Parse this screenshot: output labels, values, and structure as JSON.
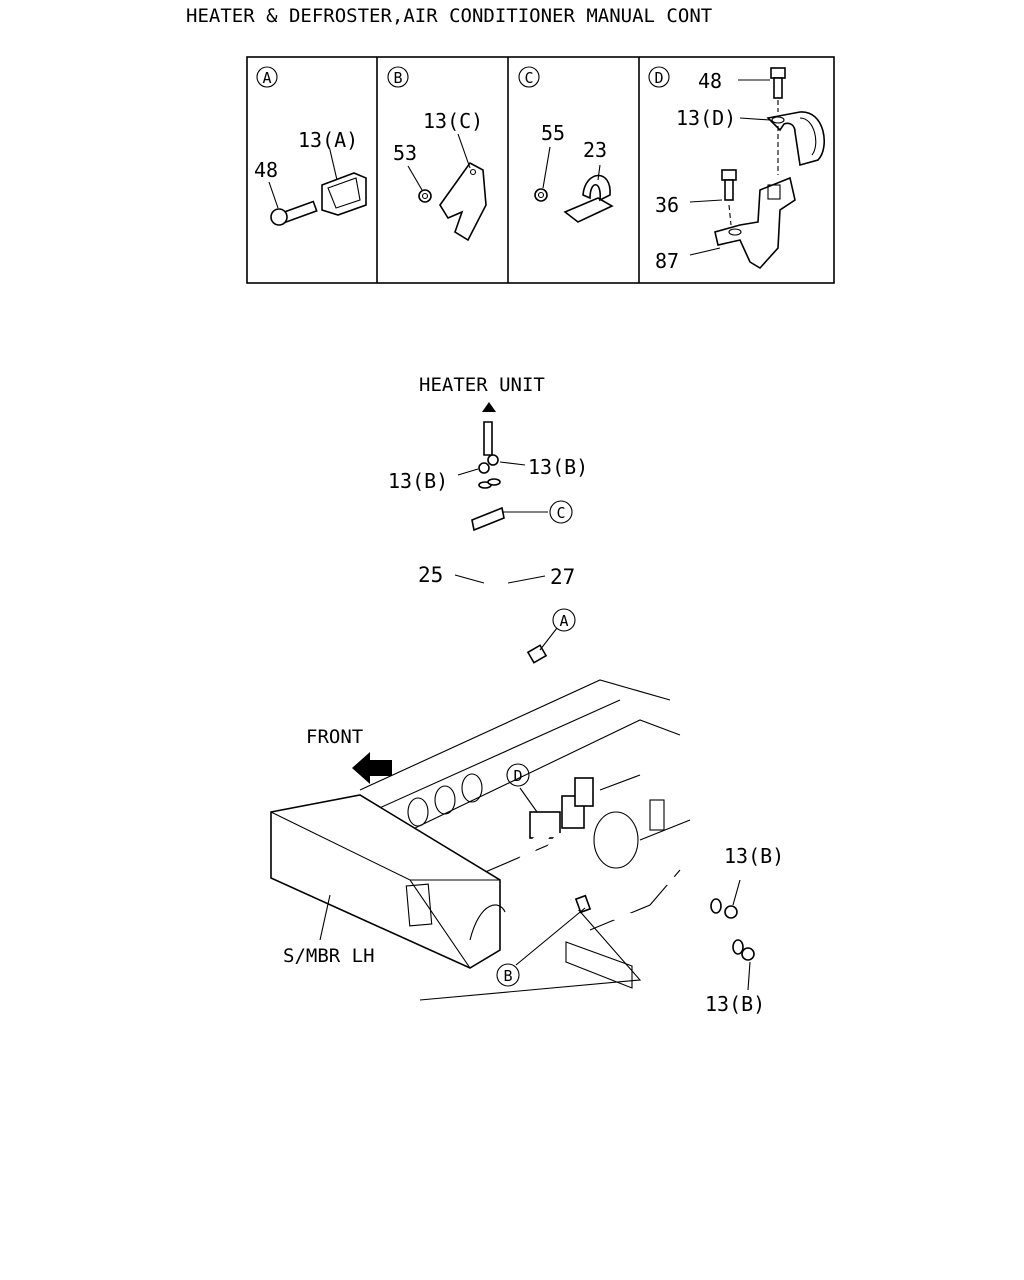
{
  "title": "HEATER & DEFROSTER,AIR CONDITIONER MANUAL CONT",
  "detail_panels": [
    {
      "letter": "A",
      "labels": [
        "13(A)",
        "48"
      ]
    },
    {
      "letter": "B",
      "labels": [
        "13(C)",
        "53"
      ]
    },
    {
      "letter": "C",
      "labels": [
        "55",
        "23"
      ]
    },
    {
      "letter": "D",
      "labels": [
        "48",
        "13(D)",
        "36",
        "87"
      ]
    }
  ],
  "main_diagram": {
    "heater_unit": "HEATER UNIT",
    "front": "FRONT",
    "side_member": "S/MBR LH",
    "callouts": {
      "clamp_upper_right": "13(B)",
      "clamp_upper_left": "13(B)",
      "clamp_lower_right_1": "13(B)",
      "clamp_lower_right_2": "13(B)",
      "hose_25": "25",
      "hose_27": "27"
    },
    "circle_refs": [
      "C",
      "A",
      "D",
      "B"
    ]
  }
}
